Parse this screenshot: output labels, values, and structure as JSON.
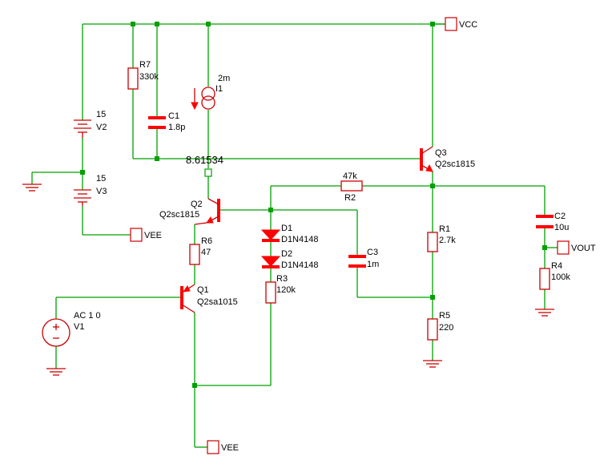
{
  "ports": {
    "vcc": "VCC",
    "vee_top": "VEE",
    "vee_bottom": "VEE",
    "vout": "VOUT"
  },
  "node_voltage": "8.61534",
  "components": {
    "R7": {
      "ref": "R7",
      "value": "330k"
    },
    "C1": {
      "ref": "C1",
      "value": "1.8p"
    },
    "I1": {
      "ref": "I1",
      "value": "2m"
    },
    "V2": {
      "ref": "V2",
      "value": "15"
    },
    "V3": {
      "ref": "V3",
      "value": "15"
    },
    "Q3": {
      "ref": "Q3",
      "model": "Q2sc1815"
    },
    "Q2": {
      "ref": "Q2",
      "model": "Q2sc1815"
    },
    "R2": {
      "ref": "R2",
      "value": "47k"
    },
    "D1": {
      "ref": "D1",
      "model": "D1N4148"
    },
    "D2": {
      "ref": "D2",
      "model": "D1N4148"
    },
    "R6": {
      "ref": "R6",
      "value": "47"
    },
    "C3": {
      "ref": "C3",
      "value": "1m"
    },
    "R1": {
      "ref": "R1",
      "value": "2.7k"
    },
    "C2": {
      "ref": "C2",
      "value": "10u"
    },
    "R4": {
      "ref": "R4",
      "value": "100k"
    },
    "R3": {
      "ref": "R3",
      "value": "120k"
    },
    "Q1": {
      "ref": "Q1",
      "model": "Q2sa1015"
    },
    "V1": {
      "ref": "V1",
      "value": "AC 1 0"
    },
    "R5": {
      "ref": "R5",
      "value": "220"
    }
  }
}
